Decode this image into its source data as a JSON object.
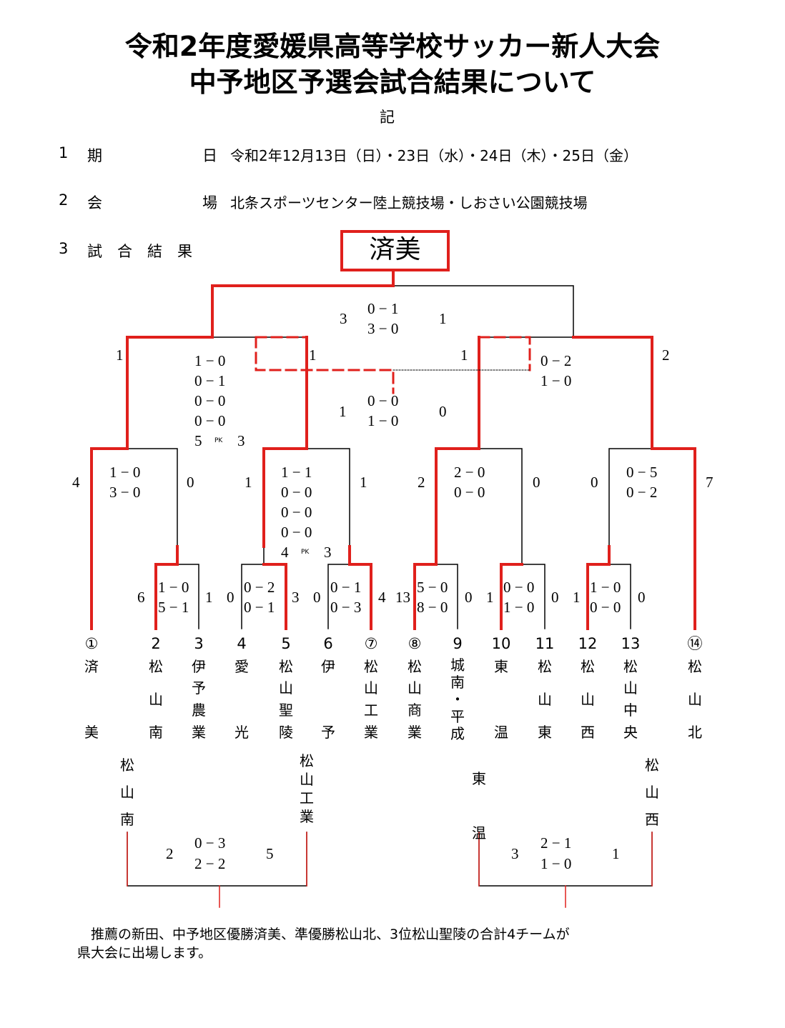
{
  "title_line1": "令和2年度愛媛県高等学校サッカー新人大会",
  "title_line2": "中予地区予選会試合結果について",
  "ki": "記",
  "info": {
    "date_no": "1",
    "date_label_a": "期",
    "date_label_b": "日",
    "date_value": "令和2年12月13日（日）・23日（水）・24日（木）・25日（金）",
    "venue_no": "2",
    "venue_label_a": "会",
    "venue_label_b": "場",
    "venue_value": "北条スポーツセンター陸上競技場・しおさい公園競技場",
    "results_no": "3",
    "results_label": "試　合　結　果"
  },
  "champion": "済美",
  "colors": {
    "winner_line": "#e0201c",
    "loser_line": "#000000"
  },
  "teams": [
    {
      "seed": "①",
      "name": "済美"
    },
    {
      "seed": "2",
      "name": "松山南"
    },
    {
      "seed": "3",
      "name": "伊予農業"
    },
    {
      "seed": "4",
      "name": "愛光"
    },
    {
      "seed": "5",
      "name": "松山聖陵"
    },
    {
      "seed": "6",
      "name": "伊予"
    },
    {
      "seed": "⑦",
      "name": "松山工業"
    },
    {
      "seed": "⑧",
      "name": "松山商業"
    },
    {
      "seed": "9",
      "name": "城南・平成"
    },
    {
      "seed": "10",
      "name": "東温"
    },
    {
      "seed": "11",
      "name": "松山東"
    },
    {
      "seed": "12",
      "name": "松山西"
    },
    {
      "seed": "13",
      "name": "松山中央"
    },
    {
      "seed": "⑭",
      "name": "松山北"
    }
  ],
  "r1": [
    {
      "left": "6",
      "right": "1",
      "h1": "1 − 0",
      "h2": "5 − 1"
    },
    {
      "left": "0",
      "right": "3",
      "h1": "0 − 2",
      "h2": "0 − 1"
    },
    {
      "left": "0",
      "right": "4",
      "h1": "0 − 1",
      "h2": "0 − 3"
    },
    {
      "left": "13",
      "right": "0",
      "h1": "5 − 0",
      "h2": "8 − 0"
    },
    {
      "left": "1",
      "right": "0",
      "h1": "0 − 0",
      "h2": "1 − 0"
    },
    {
      "left": "1",
      "right": "0",
      "h1": "1 − 0",
      "h2": "0 − 0"
    }
  ],
  "qf": [
    {
      "left": "4",
      "right": "0",
      "lines": [
        "1 − 0",
        "3 − 0"
      ]
    },
    {
      "left": "1",
      "right": "1",
      "lines": [
        "1 − 1",
        "0 − 0",
        "0 − 0",
        "0 − 0"
      ],
      "pk_left": "4",
      "pk_right": "3"
    },
    {
      "left": "2",
      "right": "0",
      "lines": [
        "2 − 0",
        "0 − 0"
      ]
    },
    {
      "left": "0",
      "right": "7",
      "lines": [
        "0 − 5",
        "0 − 2"
      ]
    }
  ],
  "sf_left": {
    "left": "1",
    "right": "1",
    "lines": [
      "1 − 0",
      "0 − 1",
      "0 − 0",
      "0 − 0"
    ],
    "pk_left": "5",
    "pk_right": "3"
  },
  "sf_right": {
    "left": "1",
    "right": "2",
    "lines": [
      "0 − 2",
      "1 − 0"
    ]
  },
  "third": {
    "left": "1",
    "right": "0",
    "lines": [
      "0 − 0",
      "1 − 0"
    ]
  },
  "final": {
    "left": "3",
    "right": "1",
    "lines": [
      "0 − 1",
      "3 − 0"
    ]
  },
  "pk_label": "PK",
  "playoffs": [
    {
      "team_left": "松山南",
      "team_right": "松山工業",
      "left": "2",
      "right": "5",
      "h1": "0 − 3",
      "h2": "2 − 2"
    },
    {
      "team_left": "東温",
      "team_right": "松山西",
      "left": "3",
      "right": "1",
      "h1": "2 − 1",
      "h2": "1 − 0"
    }
  ],
  "note_line1": "　推薦の新田、中予地区優勝済美、準優勝松山北、3位松山聖陵の合計4チームが",
  "note_line2": "県大会に出場します。"
}
